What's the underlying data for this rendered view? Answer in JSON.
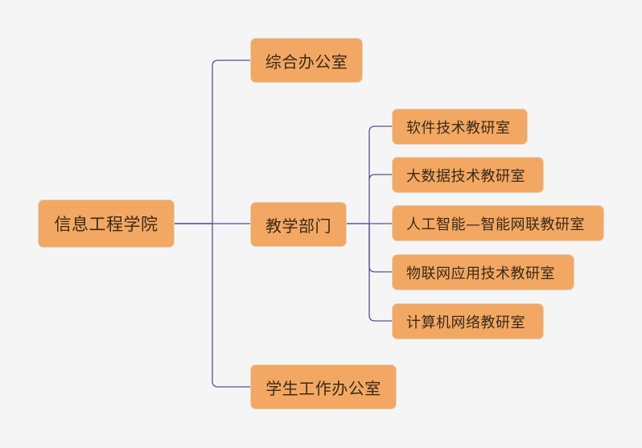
{
  "mindmap": {
    "root": {
      "label": "信息工程学院"
    },
    "branches": [
      {
        "label": "综合办公室",
        "children": []
      },
      {
        "label": "教学部门",
        "children": [
          {
            "label": "软件技术教研室"
          },
          {
            "label": "大数据技术教研室"
          },
          {
            "label": "人工智能—智能网联教研室"
          },
          {
            "label": "物联网应用技术教研室"
          },
          {
            "label": "计算机网络教研室"
          }
        ]
      },
      {
        "label": "学生工作办公室",
        "children": []
      }
    ]
  },
  "colors": {
    "background": "#f5f5f5",
    "node_fill": "#f2a862",
    "node_border": "#e0d4c4",
    "connector": "#5b4f8f",
    "text": "#3a2a1a"
  }
}
